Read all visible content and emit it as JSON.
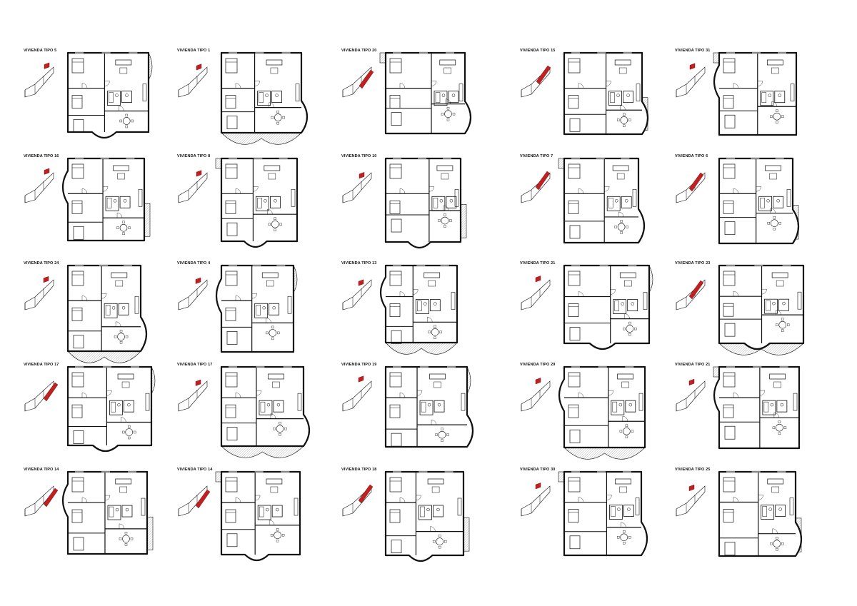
{
  "colors": {
    "accent": "#c0201f",
    "line": "#111111",
    "hatch": "#888888"
  },
  "plans": [
    {
      "title": "VIVIENDA TIPO 5"
    },
    {
      "title": "VIVIENDA TIPO 1"
    },
    {
      "title": "VIVIENDA TIPO 20"
    },
    {
      "title": "VIVIENDA TIPO 15"
    },
    {
      "title": "VIVIENDA TIPO 31"
    },
    {
      "title": "VIVIENDA TIPO 16"
    },
    {
      "title": "VIVIENDA TIPO 8"
    },
    {
      "title": "VIVIENDA TIPO 10"
    },
    {
      "title": "VIVIENDA TIPO 7"
    },
    {
      "title": "VIVIENDA TIPO 6"
    },
    {
      "title": "VIVIENDA TIPO 24"
    },
    {
      "title": "VIVIENDA TIPO 4"
    },
    {
      "title": "VIVIENDA TIPO 13"
    },
    {
      "title": "VIVIENDA TIPO 21"
    },
    {
      "title": "VIVIENDA TIPO 23"
    },
    {
      "title": "VIVIENDA TIPO 17"
    },
    {
      "title": "VIVIENDA TIPO 17"
    },
    {
      "title": "VIVIENDA TIPO 19"
    },
    {
      "title": "VIVIENDA TIPO 29"
    },
    {
      "title": "VIVIENDA TIPO 21"
    },
    {
      "title": "VIVIENDA TIPO 14"
    },
    {
      "title": "VIVIENDA TIPO 14"
    },
    {
      "title": "VIVIENDA TIPO 18"
    },
    {
      "title": "VIVIENDA TIPO 30"
    },
    {
      "title": "VIVIENDA TIPO 25"
    }
  ]
}
